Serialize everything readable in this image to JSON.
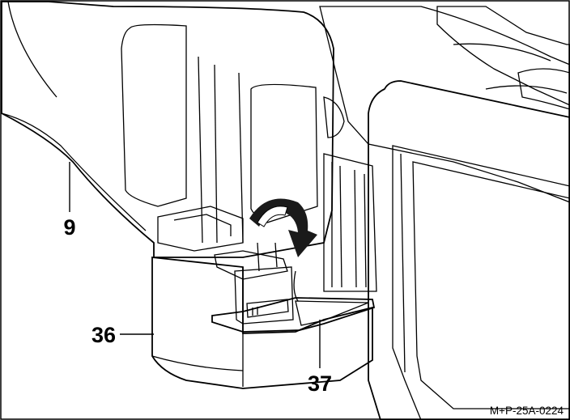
{
  "figure": {
    "callouts": [
      {
        "id": "c9",
        "label": "9"
      },
      {
        "id": "c36",
        "label": "36"
      },
      {
        "id": "c37",
        "label": "37"
      }
    ],
    "image_code": "M+P-25A-0224"
  }
}
